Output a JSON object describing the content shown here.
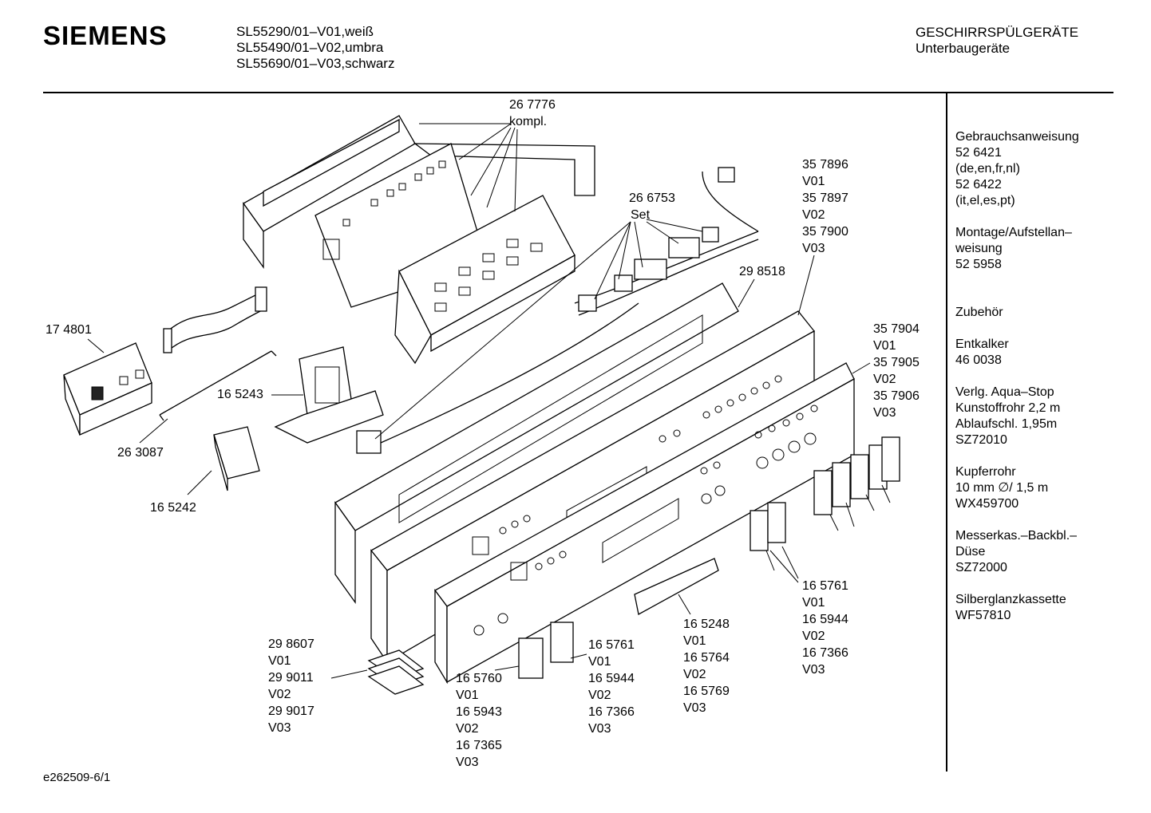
{
  "header": {
    "brand": "SIEMENS",
    "models": [
      "SL55290/01–V01,weiß",
      "SL55490/01–V02,umbra",
      "SL55690/01–V03,schwarz"
    ],
    "category": "GESCHIRRSPÜLGERÄTE",
    "subcategory": "Unterbaugeräte"
  },
  "sidebar": {
    "groups": [
      {
        "lines": [
          "Gebrauchsanweisung",
          "52 6421",
          "(de,en,fr,nl)",
          "52 6422",
          "(it,el,es,pt)"
        ]
      },
      {
        "lines": [
          "Montage/Aufstellan–",
          "weisung",
          "52 5958"
        ]
      },
      {
        "lines": [
          "Zubehör"
        ]
      },
      {
        "lines": [
          "Entkalker",
          "46 0038"
        ]
      },
      {
        "lines": [
          "Verlg. Aqua–Stop",
          "Kunstoffrohr 2,2 m",
          "Ablaufschl. 1,95m",
          "SZ72010"
        ]
      },
      {
        "lines": [
          "Kupferrohr",
          "10 mm ∅/ 1,5 m",
          "WX459700"
        ]
      },
      {
        "lines": [
          "Messerkas.–Backbl.–",
          "Düse",
          "SZ72000"
        ]
      },
      {
        "lines": [
          "Silberglanzkassette",
          "WF57810"
        ]
      }
    ]
  },
  "parts": [
    {
      "id": "267776",
      "lines": [
        "26 7776",
        "kompl."
      ]
    },
    {
      "id": "266753",
      "lines": [
        "26 6753",
        "Set"
      ]
    },
    {
      "id": "357896",
      "lines": [
        "35 7896",
        "V01",
        "35 7897",
        "V02",
        "35 7900",
        "V03"
      ]
    },
    {
      "id": "298518",
      "lines": [
        "29 8518"
      ]
    },
    {
      "id": "174801",
      "lines": [
        "17 4801"
      ]
    },
    {
      "id": "357904",
      "lines": [
        "35 7904",
        "V01",
        "35 7905",
        "V02",
        "35 7906",
        "V03"
      ]
    },
    {
      "id": "165243",
      "lines": [
        "16 5243"
      ]
    },
    {
      "id": "263087",
      "lines": [
        "26 3087"
      ]
    },
    {
      "id": "165242",
      "lines": [
        "16 5242"
      ]
    },
    {
      "id": "165761a",
      "lines": [
        "16 5761",
        "V01",
        "16 5944",
        "V02",
        "16 7366",
        "V03"
      ]
    },
    {
      "id": "165248",
      "lines": [
        "16 5248",
        "V01",
        "16 5764",
        "V02",
        "16 5769",
        "V03"
      ]
    },
    {
      "id": "165761b",
      "lines": [
        "16 5761",
        "V01",
        "16 5944",
        "V02",
        "16 7366",
        "V03"
      ]
    },
    {
      "id": "298607",
      "lines": [
        "29 8607",
        "V01",
        "29 9011",
        "V02",
        "29 9017",
        "V03"
      ]
    },
    {
      "id": "165760",
      "lines": [
        "16 5760",
        "V01",
        "16 5943",
        "V02",
        "16 7365",
        "V03"
      ]
    }
  ],
  "footer": {
    "code": "e262509-6/1"
  }
}
